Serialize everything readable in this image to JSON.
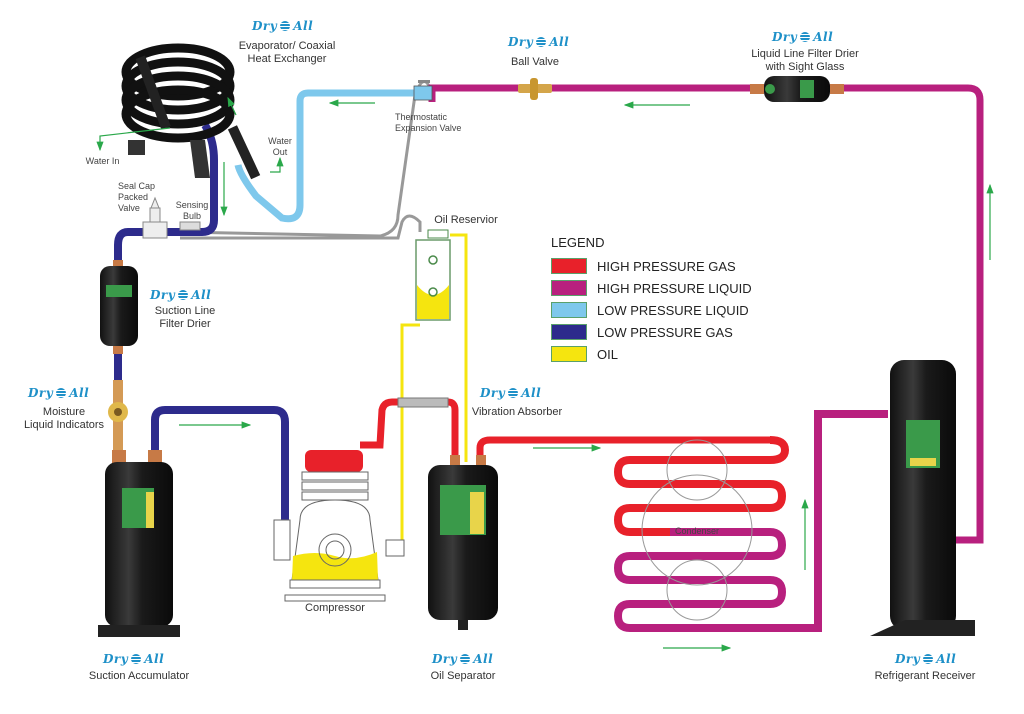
{
  "brand": "Dry All",
  "legend": {
    "title": "LEGEND",
    "items": [
      {
        "label": "HIGH PRESSURE GAS",
        "color": "#e8212a"
      },
      {
        "label": "HIGH PRESSURE LIQUID",
        "color": "#b8207e"
      },
      {
        "label": "LOW PRESSURE LIQUID",
        "color": "#7ec8ec"
      },
      {
        "label": "LOW PRESSURE GAS",
        "color": "#2d2b8c"
      },
      {
        "label": "OIL",
        "color": "#f5e50f"
      }
    ]
  },
  "components": {
    "evaporator": "Evaporator/ Coaxial Heat Exchanger",
    "evaporator_line1": "Evaporator/ Coaxial",
    "evaporator_line2": "Heat Exchanger",
    "ball_valve": "Ball Valve",
    "liquid_filter_line1": "Liquid Line Filter Drier",
    "liquid_filter_line2": "with Sight Glass",
    "txv_line1": "Thermostatic",
    "txv_line2": "Expansion Valve",
    "water_in": "Water In",
    "water_out_line1": "Water",
    "water_out_line2": "Out",
    "seal_cap_line1": "Seal Cap",
    "seal_cap_line2": "Packed",
    "seal_cap_line3": "Valve",
    "sensing_bulb_line1": "Sensing",
    "sensing_bulb_line2": "Bulb",
    "oil_reservoir": "Oil Reservior",
    "suction_filter_line1": "Suction Line",
    "suction_filter_line2": "Filter Drier",
    "moisture_line1": "Moisture",
    "moisture_line2": "Liquid Indicators",
    "vibration_absorber": "Vibration Absorber",
    "compressor": "Compressor",
    "condenser": "Condenser",
    "suction_accumulator": "Suction Accumulator",
    "oil_separator": "Oil Separator",
    "refrigerant_receiver": "Refrigerant Receiver"
  },
  "colors": {
    "hp_gas": "#e8212a",
    "hp_liquid": "#b8207e",
    "lp_liquid": "#7ec8ec",
    "lp_gas": "#2d2b8c",
    "oil": "#f5e50f",
    "flow_arrow": "#2aa84a"
  }
}
